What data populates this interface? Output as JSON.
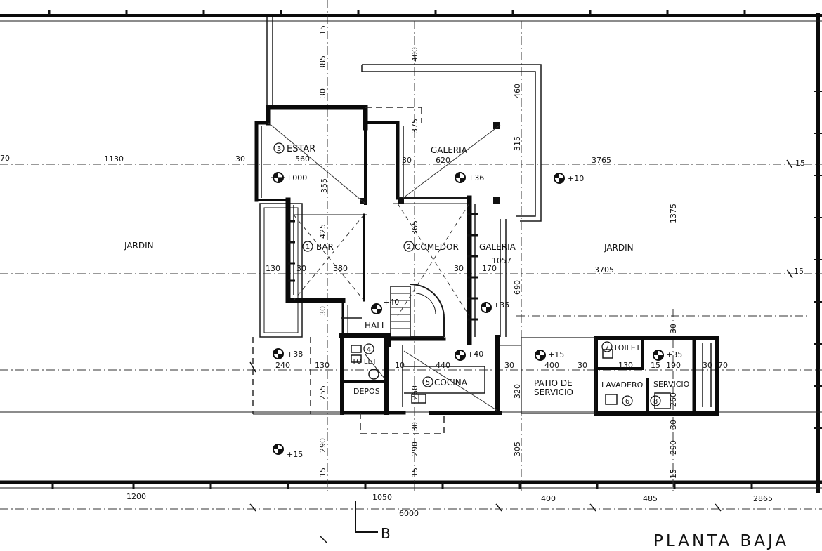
{
  "title": "PLANTA BAJA",
  "section_marker": "B",
  "rooms": {
    "estar": {
      "num": "3",
      "name": "ESTAR"
    },
    "bar": {
      "num": "1",
      "name": "BAR"
    },
    "comedor": {
      "num": "2",
      "name": "COMEDOR"
    },
    "galeria_top": {
      "name": "GALERIA"
    },
    "galeria_mid": {
      "name": "GALERIA"
    },
    "hall": {
      "name": "HALL"
    },
    "toilet_a": {
      "num": "4",
      "name": "TOILET"
    },
    "depos": {
      "name": "DEPOS"
    },
    "cocina": {
      "num": "5",
      "name": "COCINA"
    },
    "patio1": "PATIO DE",
    "patio2": "SERVICIO",
    "toilet_b": {
      "num": "7",
      "name": "TOILET"
    },
    "lavadero": {
      "name": "LAVADERO"
    },
    "servicio": {
      "num": "8",
      "name": "SERVICIO"
    },
    "room6": {
      "num": "6"
    }
  },
  "jardin_left": "JARDIN",
  "jardin_right": "JARDIN",
  "levels": {
    "estar": "+000",
    "galeria": "+36",
    "jardin": "+10",
    "hall": "+40",
    "galeria2": "+35",
    "left_low": "+38",
    "cocina": "+40",
    "patio": "+15",
    "servicio": "+35",
    "bottom": "+15"
  },
  "dims": {
    "d15_top": "15",
    "d385": "385",
    "d400": "400",
    "d30_a": "30",
    "d375": "375",
    "d460": "460",
    "d315": "315",
    "d70_left": "70",
    "d1130": "1130",
    "d30_b": "30",
    "d560": "560",
    "d355": "355",
    "d30_c": "30",
    "d620": "620",
    "d3765": "3765",
    "d15_r1": "15",
    "d425": "425",
    "d365": "365",
    "d1375": "1375",
    "d130": "130",
    "d30_d": "30",
    "d380": "380",
    "d30_e": "30",
    "d170": "170",
    "d3705": "3705",
    "d15_r2": "15",
    "d1057": "1057",
    "d690": "690",
    "d30_f": "30",
    "d30_g": "30",
    "d240": "240",
    "d130_b": "130",
    "d10": "10",
    "d440": "440",
    "d30_h": "30",
    "d400_b": "400",
    "d30_i": "30",
    "d130_c": "130",
    "d15_c": "15",
    "d190": "190",
    "d30_j": "30",
    "d70_r": "70",
    "d255": "255",
    "d260": "260",
    "d320": "320",
    "d260_b": "260",
    "d290": "290",
    "d290_b": "290",
    "d30_k": "30",
    "d305": "305",
    "d290_c": "290",
    "d15_a": "15",
    "d15_b": "15",
    "d15_d": "15",
    "d30_l": "30",
    "d1200": "1200",
    "d1050": "1050",
    "d6000": "6000",
    "d400_c": "400",
    "d485": "485",
    "d2865": "2865"
  }
}
